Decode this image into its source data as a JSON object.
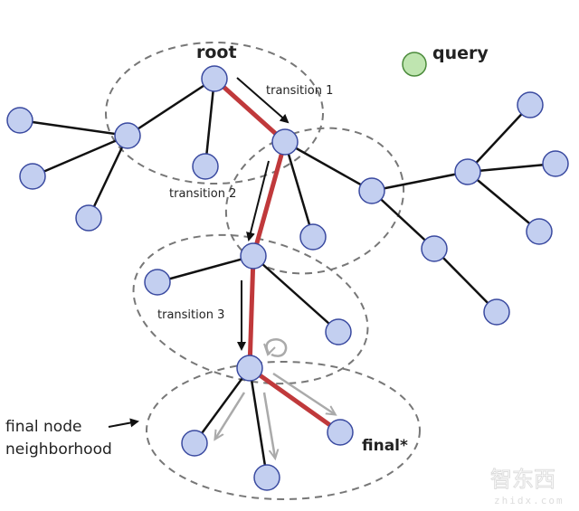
{
  "labels": {
    "root": "root",
    "query": "query",
    "transition_1": "transition 1",
    "transition_2": "transition 2",
    "transition_3": "transition 3",
    "final": "final*",
    "neighborhood_line1": "final node",
    "neighborhood_line2": "neighborhood"
  },
  "watermark": {
    "logo_text": "智东西",
    "site": "zhidx.com"
  },
  "colors": {
    "node_fill": "#c3cff0",
    "node_stroke": "#3a4aa0",
    "query_fill": "#bfe5b0",
    "query_stroke": "#4a8a3a",
    "path": "#c0393b",
    "edge": "#111111",
    "candidate_arrow": "#aaaaaa",
    "neighborhood": "#777777"
  },
  "nodes": [
    {
      "id": "root"
    },
    {
      "id": "a"
    },
    {
      "id": "a1"
    },
    {
      "id": "a2"
    },
    {
      "id": "a3"
    },
    {
      "id": "b"
    },
    {
      "id": "n1"
    },
    {
      "id": "n1c"
    },
    {
      "id": "m"
    },
    {
      "id": "h"
    },
    {
      "id": "h1"
    },
    {
      "id": "h2"
    },
    {
      "id": "h3"
    },
    {
      "id": "p"
    },
    {
      "id": "p1"
    },
    {
      "id": "n2"
    },
    {
      "id": "n2a"
    },
    {
      "id": "n2b"
    },
    {
      "id": "n3"
    },
    {
      "id": "n3a"
    },
    {
      "id": "n3b"
    },
    {
      "id": "final"
    }
  ],
  "edges": [
    [
      "root",
      "a"
    ],
    [
      "a",
      "a1"
    ],
    [
      "a",
      "a2"
    ],
    [
      "a",
      "a3"
    ],
    [
      "root",
      "b"
    ],
    [
      "n1",
      "n1c"
    ],
    [
      "n1",
      "m"
    ],
    [
      "m",
      "h"
    ],
    [
      "h",
      "h1"
    ],
    [
      "h",
      "h2"
    ],
    [
      "h",
      "h3"
    ],
    [
      "m",
      "p"
    ],
    [
      "p",
      "p1"
    ],
    [
      "n2",
      "n2a"
    ],
    [
      "n2",
      "n2b"
    ],
    [
      "n3",
      "n3a"
    ],
    [
      "n3",
      "n3b"
    ]
  ],
  "search_path": [
    "root",
    "n1",
    "n2",
    "n3",
    "final"
  ]
}
